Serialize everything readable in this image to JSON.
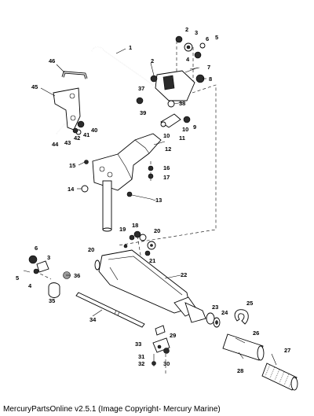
{
  "diagram": {
    "caption": "MercuryPartsOnline v2.5.1 (Image Copyright- Mercury Marine)",
    "callouts": [
      "1",
      "2",
      "3",
      "4",
      "5",
      "6",
      "7",
      "8",
      "9",
      "10",
      "11",
      "12",
      "13",
      "14",
      "15",
      "16",
      "17",
      "18",
      "19",
      "20",
      "21",
      "22",
      "23",
      "24",
      "25",
      "26",
      "27",
      "28",
      "29",
      "30",
      "31",
      "32",
      "33",
      "34",
      "35",
      "36",
      "37",
      "38",
      "39",
      "40",
      "41",
      "42",
      "43",
      "44",
      "45",
      "46"
    ]
  }
}
